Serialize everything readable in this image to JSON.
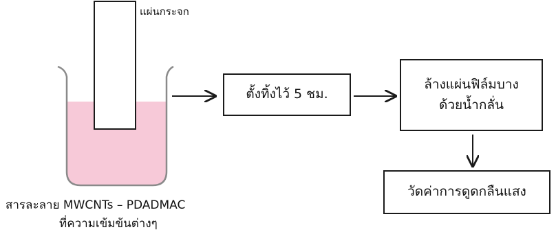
{
  "labels": {
    "glass_slide": "แผ่นกระจก",
    "solution_line_1": "สารละลาย MWCNTs – PDADMAC",
    "solution_line_2": "ที่ความเข้มข้นต่างๆ"
  },
  "steps": [
    {
      "lines": [
        "ตั้งทิ้งไว้ 5 ชม."
      ]
    },
    {
      "lines": [
        "ล้างแผ่นฟิล์มบาง",
        "ด้วยน้ำกลั่น"
      ]
    },
    {
      "lines": [
        "วัดค่าการดูดกลืนแสง"
      ]
    }
  ],
  "colors": {
    "solution": "#f7c9d8",
    "line": "#1a1a1a",
    "beaker_outline": "#8a8a8a"
  }
}
